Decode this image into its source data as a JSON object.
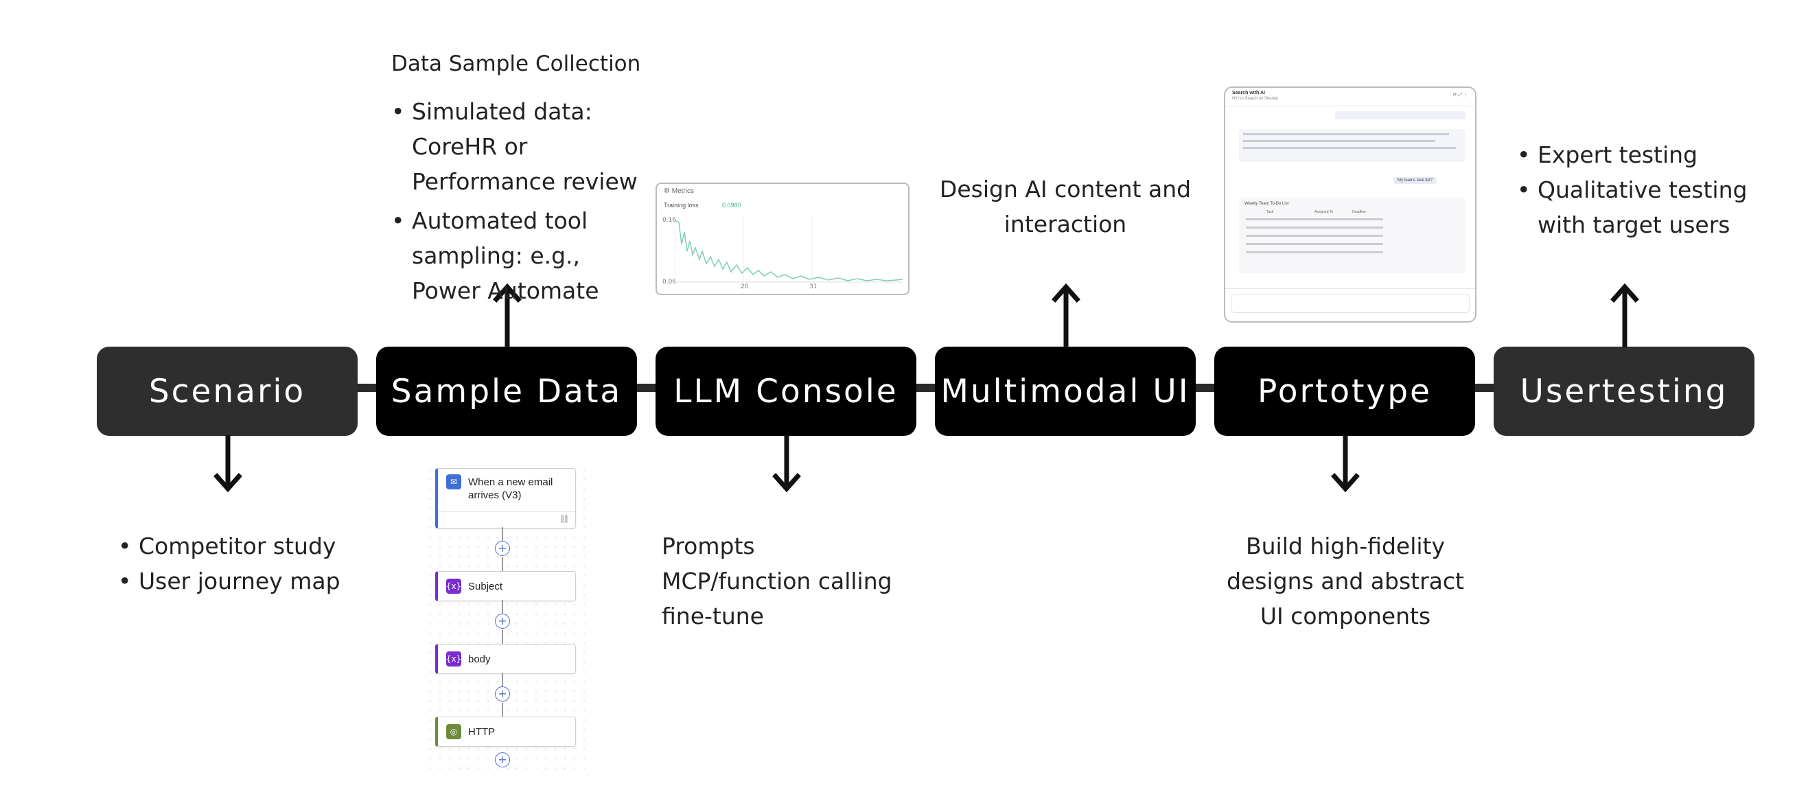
{
  "stages": {
    "scenario": "Scenario",
    "sample_data": "Sample Data",
    "llm_console": "LLM Console",
    "multimodal_ui": "Multimodal UI",
    "portotype": "Portotype",
    "usertesting": "Usertesting"
  },
  "scenario_notes": [
    "Competitor study",
    "User journey map"
  ],
  "sample_data_notes": {
    "title": "Data Sample Collection",
    "items": [
      "Simulated data: CoreHR or Performance review",
      "Automated tool sampling: e.g.,  Power Automate"
    ]
  },
  "llm_console_notes": [
    "Prompts",
    "MCP/function calling",
    "fine-tune"
  ],
  "multimodal_notes": {
    "line1": "Design AI content and",
    "line2": "interaction"
  },
  "portotype_notes": {
    "line1": "Build high-fidelity",
    "line2": "designs and abstract",
    "line3": "UI components"
  },
  "usertesting_notes": [
    "Expert testing",
    "Qualitative   testing with target users"
  ],
  "metrics_panel": {
    "title": "Metrics",
    "label": "Training loss",
    "value": "0.0980",
    "y_top": "0.16",
    "y_bottom": "0.06",
    "x_mid": "20",
    "x_right": "31"
  },
  "flow": {
    "trigger": "When a new email arrives (V3)",
    "steps": [
      "Subject",
      "body",
      "HTTP"
    ]
  },
  "chat_mock": {
    "title": "Search with AI",
    "subtitle": "Hi! I'm Search w/ Sherlok",
    "user_message": "My teams task list?",
    "table_title": "Weekly Team To-Do List",
    "table_headers": [
      "Task",
      "Assigned To",
      "Deadline"
    ]
  },
  "colors": {
    "stage_black": "#000000",
    "stage_gray": "#2e2e2e",
    "loss_line": "#7ccfae",
    "flow_trigger": "#3f6fd4",
    "flow_variable": "#7a2bd3",
    "flow_http": "#6d8b3a"
  }
}
